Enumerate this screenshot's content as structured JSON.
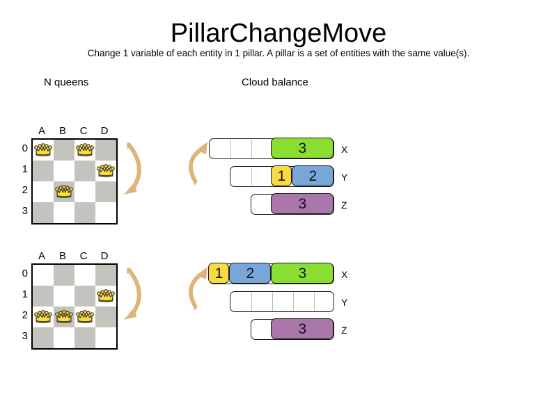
{
  "header": {
    "title": "PillarChangeMove",
    "subtitle": "Change 1 variable of each entity in 1 pillar. A pillar is a set of entities with the same value(s)."
  },
  "sections": {
    "queens_label": "N queens",
    "cloud_label": "Cloud balance"
  },
  "colors": {
    "green": "#8ade32",
    "blue": "#79a6d9",
    "yellow": "#fada44",
    "purple": "#ab77ab",
    "dark_square": "#c3c4bd",
    "light_square": "#ffffff",
    "arrow": "#ddb57a",
    "crown_gold": "#fadf3c",
    "outline": "#1a1a1a"
  },
  "nqueens": {
    "columns": [
      "A",
      "B",
      "C",
      "D"
    ],
    "rows": [
      "0",
      "1",
      "2",
      "3"
    ],
    "before": {
      "queens": [
        {
          "col": 0,
          "row": 0
        },
        {
          "col": 2,
          "row": 0
        },
        {
          "col": 3,
          "row": 1
        },
        {
          "col": 1,
          "row": 2
        }
      ]
    },
    "after": {
      "queens": [
        {
          "col": 3,
          "row": 1
        },
        {
          "col": 0,
          "row": 2
        },
        {
          "col": 1,
          "row": 2
        },
        {
          "col": 2,
          "row": 2
        }
      ]
    }
  },
  "cloud": {
    "unit": 30,
    "before": [
      {
        "label": "X",
        "capacity": 6,
        "segments": [
          {
            "value": "",
            "size": 3,
            "color": "",
            "empty": true
          },
          {
            "value": "3",
            "size": 3,
            "color": "#8ade32",
            "empty": false
          }
        ]
      },
      {
        "label": "Y",
        "capacity": 5,
        "segments": [
          {
            "value": "",
            "size": 2,
            "color": "",
            "empty": true
          },
          {
            "value": "1",
            "size": 1,
            "color": "#fada44",
            "empty": false
          },
          {
            "value": "2",
            "size": 2,
            "color": "#79a6d9",
            "empty": false
          }
        ]
      },
      {
        "label": "Z",
        "capacity": 4,
        "segments": [
          {
            "value": "",
            "size": 1,
            "color": "",
            "empty": true
          },
          {
            "value": "3",
            "size": 3,
            "color": "#ab77ab",
            "empty": false
          }
        ]
      }
    ],
    "after": [
      {
        "label": "X",
        "capacity": 6,
        "segments": [
          {
            "value": "1",
            "size": 1,
            "color": "#fada44",
            "empty": false
          },
          {
            "value": "2",
            "size": 2,
            "color": "#79a6d9",
            "empty": false
          },
          {
            "value": "3",
            "size": 3,
            "color": "#8ade32",
            "empty": false
          }
        ]
      },
      {
        "label": "Y",
        "capacity": 5,
        "segments": [
          {
            "value": "",
            "size": 5,
            "color": "",
            "empty": true
          }
        ]
      },
      {
        "label": "Z",
        "capacity": 4,
        "segments": [
          {
            "value": "",
            "size": 1,
            "color": "",
            "empty": true
          },
          {
            "value": "3",
            "size": 3,
            "color": "#ab77ab",
            "empty": false
          }
        ]
      }
    ]
  },
  "icons": {
    "queen": "queen-crown-icon",
    "arrow_down": "curved-arrow-down-icon",
    "arrow_up": "curved-arrow-up-icon"
  }
}
